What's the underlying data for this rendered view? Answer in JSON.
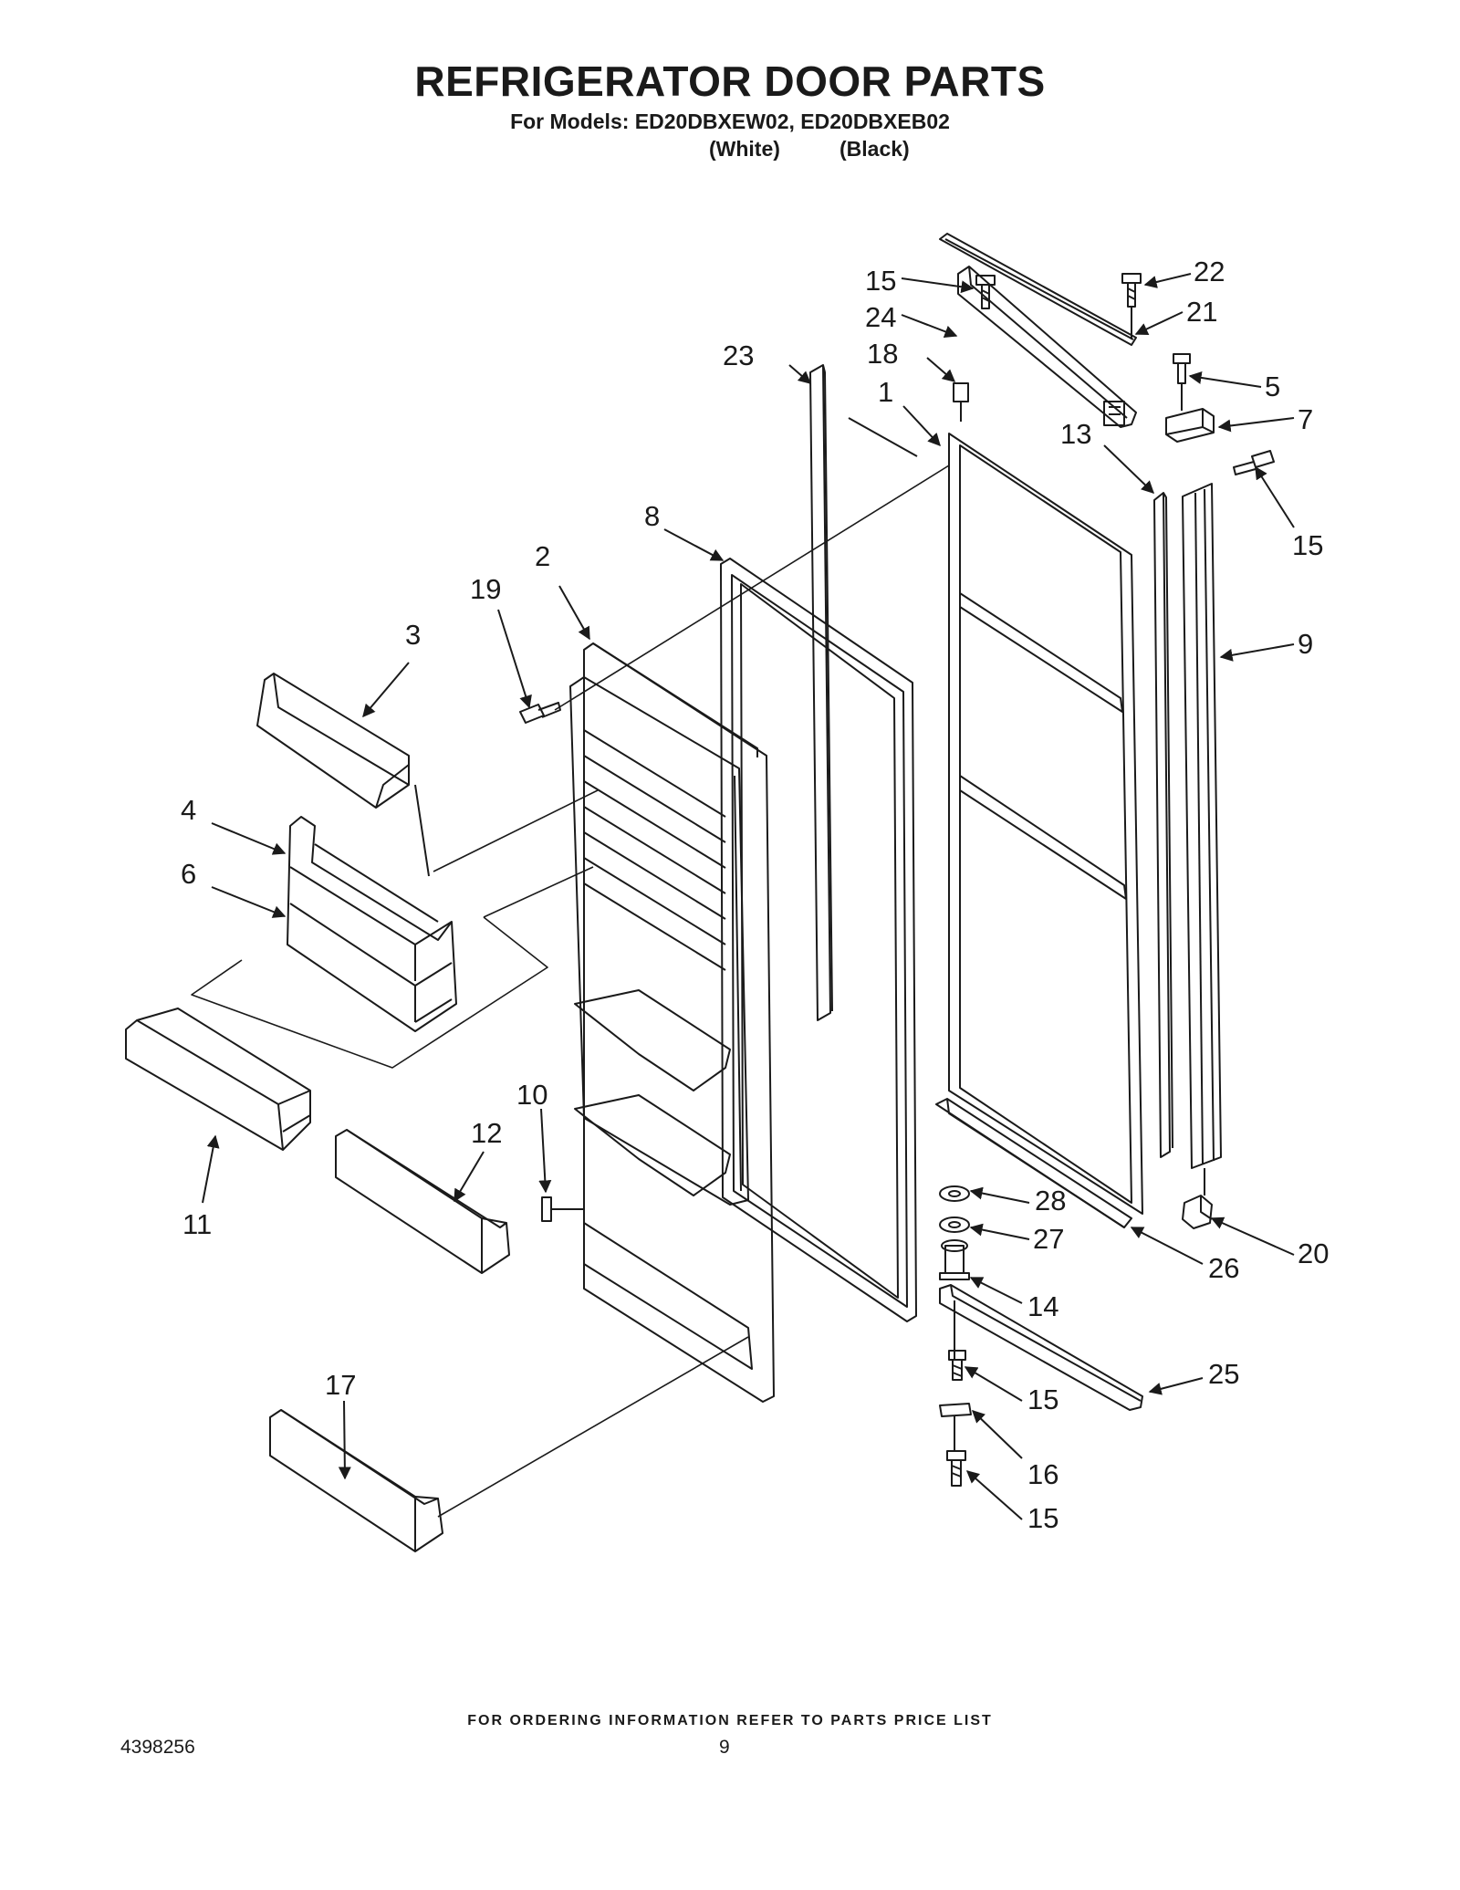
{
  "header": {
    "title": "REFRIGERATOR DOOR PARTS",
    "models_line": "For Models: ED20DBXEW02, ED20DBXEB02",
    "variant_white": "(White)",
    "variant_black": "(Black)"
  },
  "callouts": [
    {
      "id": "c22",
      "label": "22"
    },
    {
      "id": "c15a",
      "label": "15"
    },
    {
      "id": "c21",
      "label": "21"
    },
    {
      "id": "c24",
      "label": "24"
    },
    {
      "id": "c18",
      "label": "18"
    },
    {
      "id": "c23",
      "label": "23"
    },
    {
      "id": "c5",
      "label": "5"
    },
    {
      "id": "c1",
      "label": "1"
    },
    {
      "id": "c7",
      "label": "7"
    },
    {
      "id": "c13",
      "label": "13"
    },
    {
      "id": "c15b",
      "label": "15"
    },
    {
      "id": "c8",
      "label": "8"
    },
    {
      "id": "c2",
      "label": "2"
    },
    {
      "id": "c19",
      "label": "19"
    },
    {
      "id": "c9",
      "label": "9"
    },
    {
      "id": "c3",
      "label": "3"
    },
    {
      "id": "c4",
      "label": "4"
    },
    {
      "id": "c6",
      "label": "6"
    },
    {
      "id": "c10",
      "label": "10"
    },
    {
      "id": "c12",
      "label": "12"
    },
    {
      "id": "c11",
      "label": "11"
    },
    {
      "id": "c28",
      "label": "28"
    },
    {
      "id": "c20",
      "label": "20"
    },
    {
      "id": "c27",
      "label": "27"
    },
    {
      "id": "c26",
      "label": "26"
    },
    {
      "id": "c14",
      "label": "14"
    },
    {
      "id": "c17",
      "label": "17"
    },
    {
      "id": "c25",
      "label": "25"
    },
    {
      "id": "c15c",
      "label": "15"
    },
    {
      "id": "c16",
      "label": "16"
    },
    {
      "id": "c15d",
      "label": "15"
    }
  ],
  "footer": {
    "ordering_note": "FOR ORDERING INFORMATION REFER TO PARTS PRICE LIST",
    "document_number": "4398256",
    "page_number": "9"
  }
}
